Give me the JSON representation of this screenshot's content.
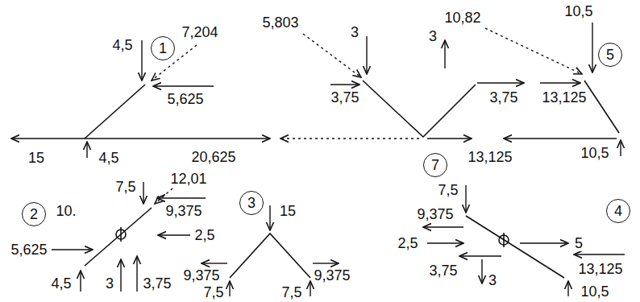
{
  "diagram": {
    "nodes": [
      {
        "text": [
          "1"
        ]
      },
      {
        "text": [
          "5"
        ]
      },
      {
        "text": [
          "7"
        ]
      },
      {
        "text": [
          "2"
        ]
      },
      {
        "text": [
          "3"
        ]
      },
      {
        "text": [
          "4"
        ]
      }
    ],
    "labels": [
      "4,5",
      "7,204",
      "5,625",
      "15",
      "4,5",
      "20,625",
      "5,803",
      "3",
      "3,75",
      "3",
      "10,82",
      "10,5",
      "3,75",
      "13,125",
      "13,125",
      "10,5",
      "10.",
      "7,5",
      "12,01",
      "9,375",
      "2,5",
      "5,625",
      "4,5",
      "3",
      "3,75",
      "15",
      "9,375",
      "7,5",
      "7,5",
      "9,375",
      "7,5",
      "9,375",
      "2,5",
      "5",
      "3,75",
      "3",
      "13,125",
      "10,5"
    ]
  }
}
